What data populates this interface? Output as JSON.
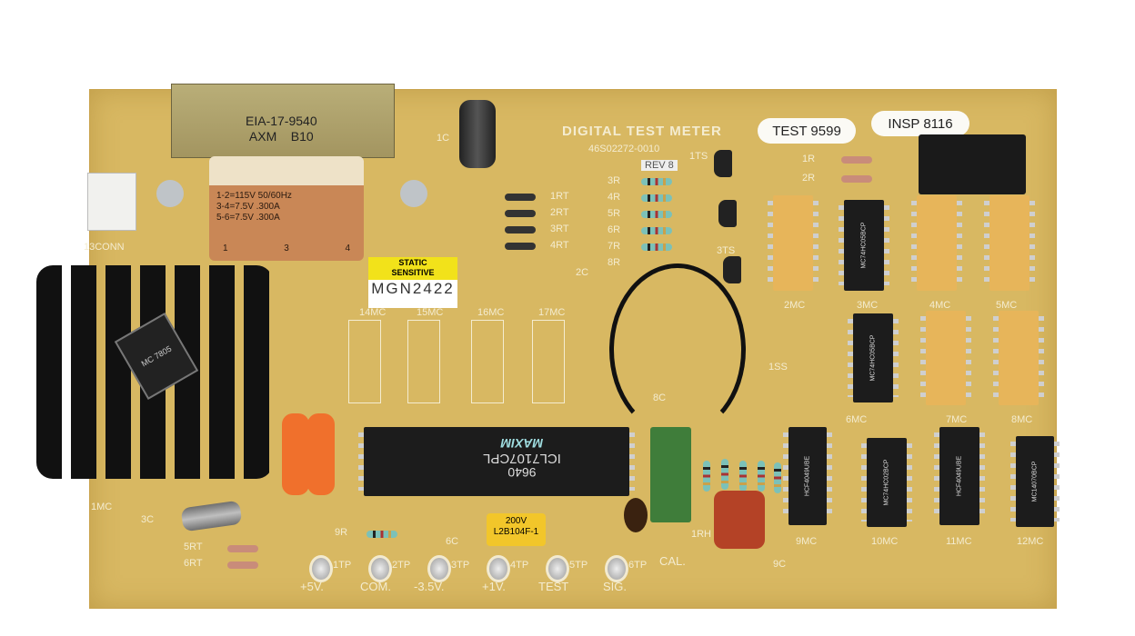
{
  "board": {
    "title": "DIGITAL TEST METER",
    "part_number": "46S02272-0010",
    "revision": "REV 8",
    "test_sticker": "TEST 9599",
    "insp_sticker": "INSP 8116",
    "static_label": {
      "line1": "STATIC",
      "line2": "SENSITIVE",
      "code": "MGN2422"
    },
    "connector": "13CONN"
  },
  "transformer": {
    "line1": "EIA-17-9540",
    "line2": "AXM    B10",
    "ratings": [
      "1-2=115V 50/60Hz",
      "3-4=7.5V .300A",
      "5-6=7.5V .300A"
    ],
    "pins": [
      "1",
      "3",
      "4"
    ]
  },
  "main_chip": {
    "brand": "MAXIM",
    "model": "ICL7107CPL",
    "date_code": "9640"
  },
  "yellow_cap": {
    "line1": "200V",
    "line2": "L2B104F-1"
  },
  "regulator": "MC 7805",
  "ic_labels": [
    "2MC",
    "3MC",
    "4MC",
    "5MC",
    "6MC",
    "7MC",
    "8MC",
    "9MC",
    "10MC",
    "11MC",
    "12MC",
    "14MC",
    "15MC",
    "16MC",
    "17MC",
    "1MC"
  ],
  "ic_markings": {
    "3MC": "MC74HC05BCP",
    "6MC": "MC74HC05BCP",
    "9MC": "HCF4049UBE",
    "10MC": "MC74HC02BCP",
    "11MC": "HCF4049UBE",
    "12MC": "MC14070BCP"
  },
  "component_labels": [
    "1RT",
    "2RT",
    "3RT",
    "4RT",
    "1C",
    "2C",
    "3C",
    "5RT",
    "6RT",
    "9R",
    "6C",
    "9C",
    "1RH",
    "1R",
    "2R",
    "3R",
    "4R",
    "5R",
    "6R",
    "7R",
    "8R",
    "1TS",
    "3TS",
    "1SS",
    "8C",
    "CAL."
  ],
  "test_points": [
    {
      "id": "1TP",
      "label": "+5V."
    },
    {
      "id": "2TP",
      "label": "COM."
    },
    {
      "id": "3TP",
      "label": "-3.5V."
    },
    {
      "id": "4TP",
      "label": "+1V."
    },
    {
      "id": "5TP",
      "label": "TEST"
    },
    {
      "id": "6TP",
      "label": "SIG."
    }
  ]
}
